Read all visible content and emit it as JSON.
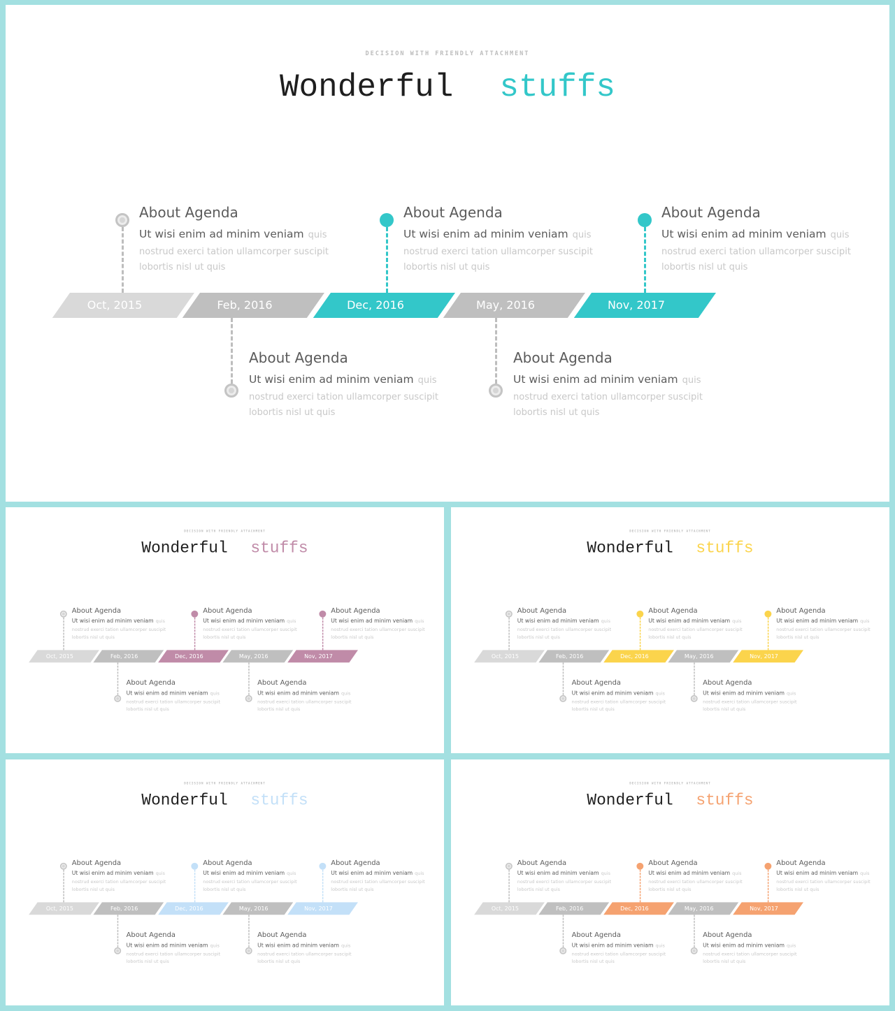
{
  "subtitle": "DECISION WITH FRIENDLY ATTACHMENT",
  "title_word1": "Wonderful",
  "title_word2": "stuffs",
  "card": {
    "title": "About Agenda",
    "line1": "Ut wisi enim ad minim veniam",
    "line1_tail": "quis",
    "line2": "nostrud exerci tation ullamcorper suscipit",
    "line3": "lobortis nisl ut quis"
  },
  "dates": [
    "Oct, 2015",
    "Feb, 2016",
    "Dec, 2016",
    "May, 2016",
    "Nov, 2017"
  ],
  "grey_shades": [
    "#d9d9d9",
    "#bfbfbf",
    null,
    "#bfbfbf",
    null
  ],
  "slides": [
    {
      "accent": "#33c7c9"
    },
    {
      "accent": "#c08ba8"
    },
    {
      "accent": "#fbd44c"
    },
    {
      "accent": "#c3e0f8"
    },
    {
      "accent": "#f5a270"
    }
  ]
}
